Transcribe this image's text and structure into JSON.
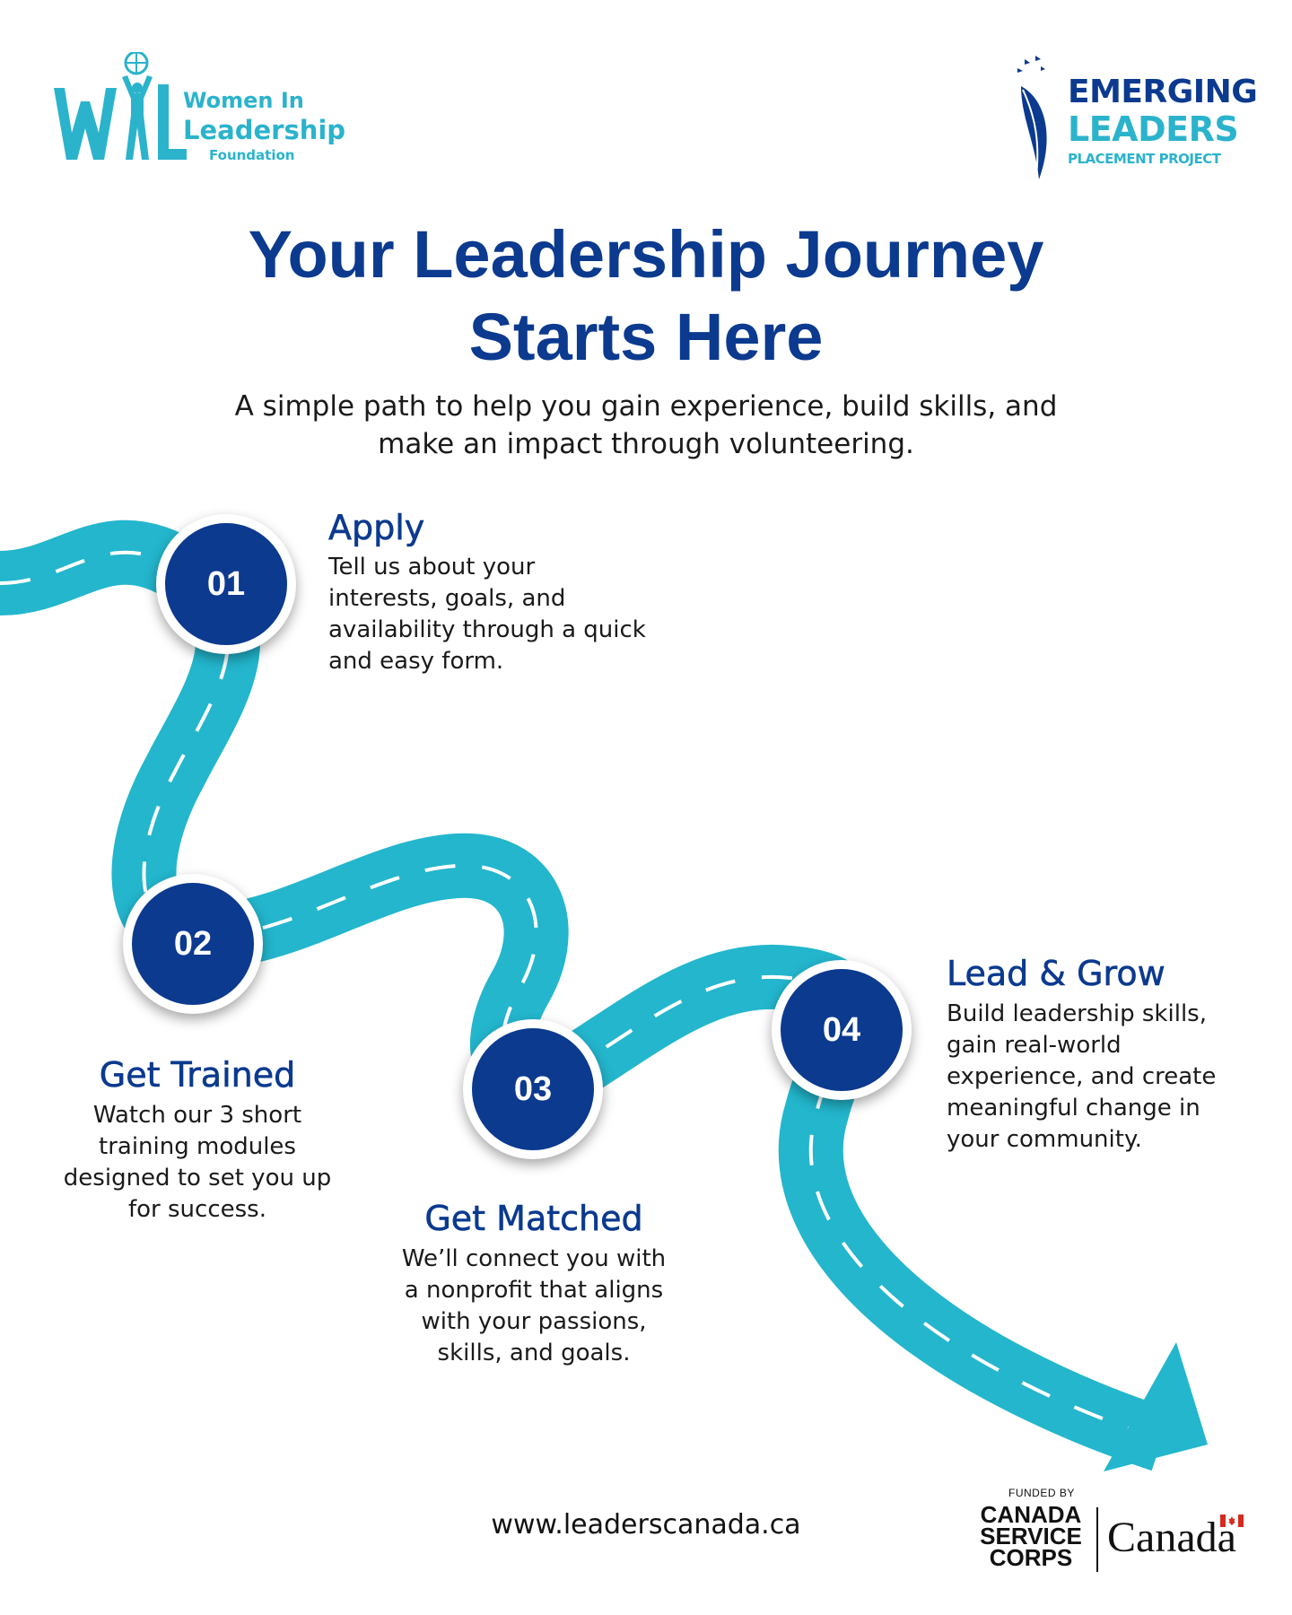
{
  "logos": {
    "wil": {
      "line1": "Women In",
      "line2": "Leadership",
      "line3": "Foundation",
      "mark_letters": "W L",
      "color": "#2bb3cc"
    },
    "emerging": {
      "line1": "EMERGING",
      "line2": "LEADERS",
      "line3": "PLACEMENT PROJECT",
      "icon": "feather-icon"
    }
  },
  "header": {
    "title_line1": "Your Leadership Journey",
    "title_line2": "Starts Here",
    "subtitle_line1": "A simple path to help you gain experience, build skills, and",
    "subtitle_line2": "make an impact through volunteering."
  },
  "steps": [
    {
      "number": "01",
      "title": "Apply",
      "desc": [
        "Tell us about your",
        "interests, goals, and",
        "availability through a quick",
        "and easy form."
      ]
    },
    {
      "number": "02",
      "title": "Get Trained",
      "desc": [
        "Watch our 3 short",
        "training modules",
        "designed to set you up",
        "for success."
      ]
    },
    {
      "number": "03",
      "title": "Get Matched",
      "desc": [
        "We’ll connect you with",
        "a nonprofit that aligns",
        "with your passions,",
        "skills, and goals."
      ]
    },
    {
      "number": "04",
      "title": "Lead & Grow",
      "desc": [
        "Build leadership skills,",
        "gain real-world",
        "experience, and create",
        "meaningful change in",
        "your community."
      ]
    }
  ],
  "footer": {
    "url": "www.leaderscanada.ca",
    "funded_by": "FUNDED BY",
    "csc_line1": "CANADA",
    "csc_line2": "SERVICE",
    "csc_line3": "CORPS",
    "canada_wordmark": "Canada"
  },
  "colors": {
    "navy": "#0b3a8f",
    "road": "#23b6cd",
    "text": "#1a1a1a"
  }
}
